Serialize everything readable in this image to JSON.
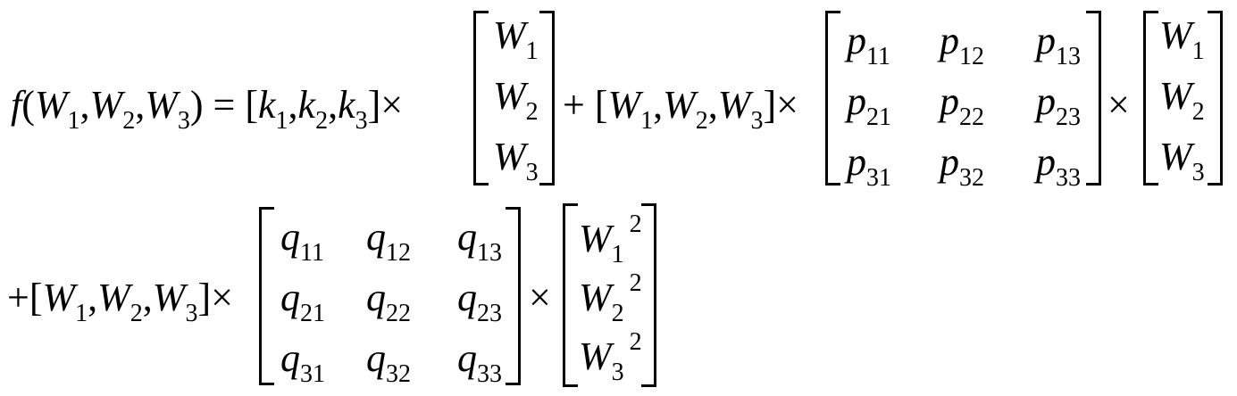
{
  "equation": {
    "lhs": {
      "func": "f",
      "open": "(",
      "args": [
        {
          "var": "W",
          "sub": "1"
        },
        {
          "var": "W",
          "sub": "2"
        },
        {
          "var": "W",
          "sub": "3"
        }
      ],
      "close": ")"
    },
    "equals": "=",
    "sep": ",",
    "times": "×",
    "plus": "+",
    "k_vector": {
      "open": "[",
      "items": [
        {
          "var": "k",
          "sub": "1"
        },
        {
          "var": "k",
          "sub": "2"
        },
        {
          "var": "k",
          "sub": "3"
        }
      ],
      "close": "]"
    },
    "w_row": {
      "open": "[",
      "items": [
        {
          "var": "W",
          "sub": "1"
        },
        {
          "var": "W",
          "sub": "2"
        },
        {
          "var": "W",
          "sub": "3"
        }
      ],
      "close": "]"
    },
    "w_column": [
      {
        "var": "W",
        "sub": "1"
      },
      {
        "var": "W",
        "sub": "2"
      },
      {
        "var": "W",
        "sub": "3"
      }
    ],
    "p_matrix": [
      [
        {
          "var": "p",
          "sub": "11"
        },
        {
          "var": "p",
          "sub": "12"
        },
        {
          "var": "p",
          "sub": "13"
        }
      ],
      [
        {
          "var": "p",
          "sub": "21"
        },
        {
          "var": "p",
          "sub": "22"
        },
        {
          "var": "p",
          "sub": "23"
        }
      ],
      [
        {
          "var": "p",
          "sub": "31"
        },
        {
          "var": "p",
          "sub": "32"
        },
        {
          "var": "p",
          "sub": "33"
        }
      ]
    ],
    "q_matrix": [
      [
        {
          "var": "q",
          "sub": "11"
        },
        {
          "var": "q",
          "sub": "12"
        },
        {
          "var": "q",
          "sub": "13"
        }
      ],
      [
        {
          "var": "q",
          "sub": "21"
        },
        {
          "var": "q",
          "sub": "22"
        },
        {
          "var": "q",
          "sub": "23"
        }
      ],
      [
        {
          "var": "q",
          "sub": "31"
        },
        {
          "var": "q",
          "sub": "32"
        },
        {
          "var": "q",
          "sub": "33"
        }
      ]
    ],
    "w_squared_column": [
      {
        "var": "W",
        "sub": "1",
        "sup": "2"
      },
      {
        "var": "W",
        "sub": "2",
        "sup": "2"
      },
      {
        "var": "W",
        "sub": "3",
        "sup": "2"
      }
    ]
  }
}
